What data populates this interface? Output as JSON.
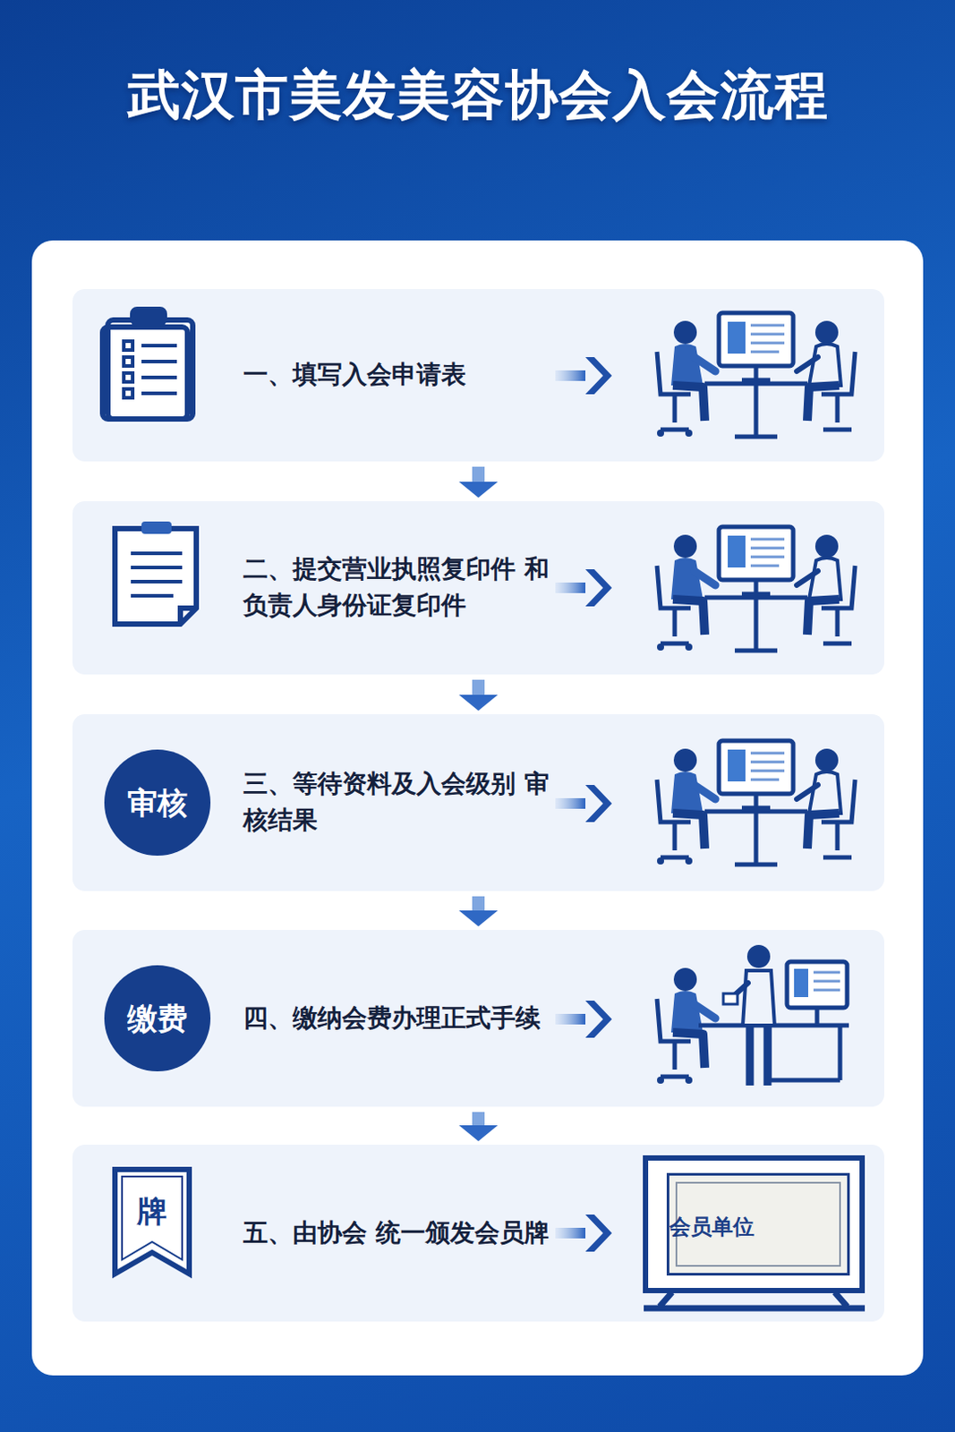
{
  "diagram": {
    "title": "武汉市美发美容协会入会流程",
    "nodes": [
      {
        "text": [
          "一、填写入会申请表"
        ]
      },
      {
        "text": [
          "二、提交营业执照复印件 和负责人身份证复印件"
        ]
      },
      {
        "text": [
          "三、等待资料及入会级别 审核结果"
        ]
      },
      {
        "text": [
          "审核"
        ],
        "in": 2
      },
      {
        "text": [
          "四、缴纳会费办理正式手续"
        ]
      },
      {
        "text": [
          "缴费"
        ],
        "in": 4
      },
      {
        "text": [
          "五、由协会 统一颁发会员牌"
        ]
      },
      {
        "text": [
          "牌"
        ],
        "in": 6
      },
      {
        "text": [
          "会员单位"
        ],
        "in": 6
      }
    ],
    "edges": [
      {
        "from": 0,
        "to": 1,
        "arrow": "to"
      },
      {
        "from": 1,
        "to": 2,
        "arrow": "to"
      },
      {
        "from": 2,
        "to": 4,
        "arrow": "to"
      },
      {
        "from": 4,
        "to": 6,
        "arrow": "to"
      }
    ]
  }
}
